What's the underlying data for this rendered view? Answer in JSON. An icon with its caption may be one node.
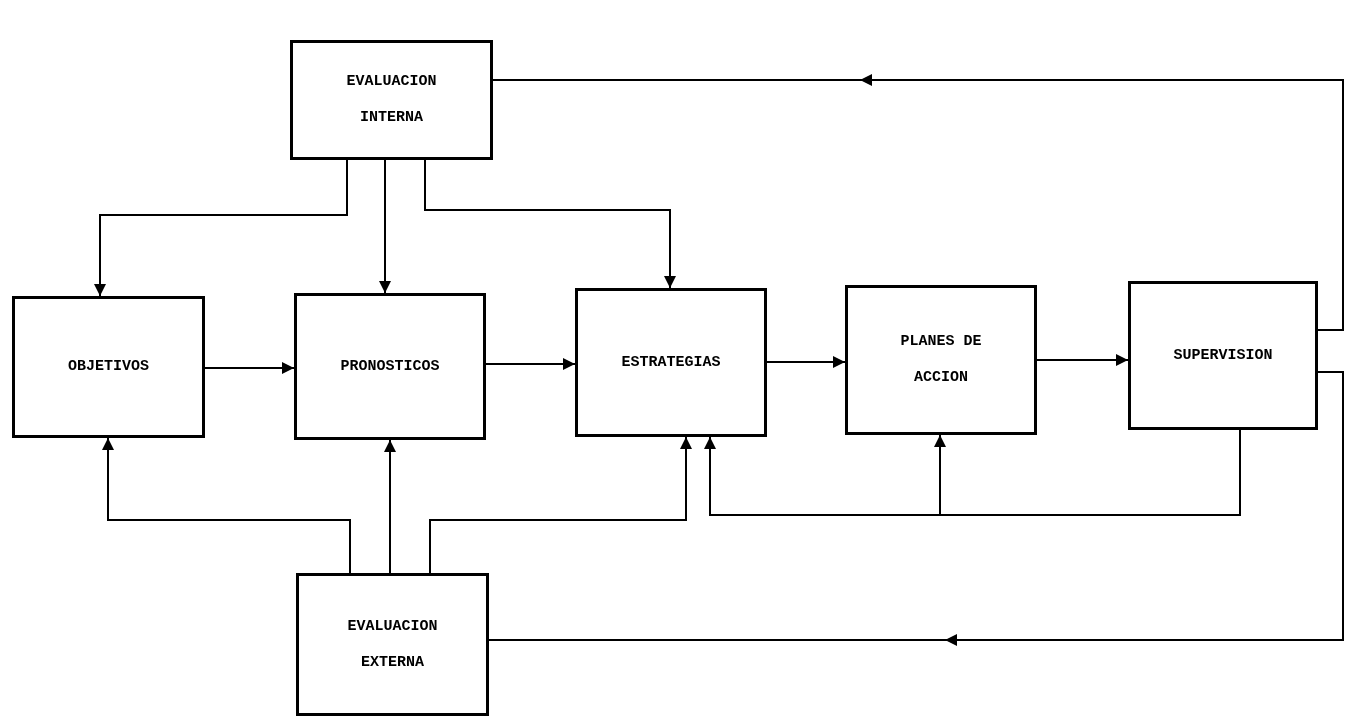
{
  "diagram": {
    "nodes": [
      {
        "text": [
          "EVALUACION INTERNA"
        ]
      },
      {
        "text": [
          "OBJETIVOS"
        ]
      },
      {
        "text": [
          "PRONOSTICOS"
        ]
      },
      {
        "text": [
          "ESTRATEGIAS"
        ]
      },
      {
        "text": [
          "PLANES DE ACCION"
        ]
      },
      {
        "text": [
          "SUPERVISION"
        ]
      },
      {
        "text": [
          "EVALUACION EXTERNA"
        ]
      }
    ],
    "edges": [
      {
        "from": 0,
        "to": 1,
        "arrow": "to"
      },
      {
        "from": 0,
        "to": 2,
        "arrow": "to"
      },
      {
        "from": 0,
        "to": 3,
        "arrow": "to"
      },
      {
        "from": 1,
        "to": 2,
        "arrow": "to"
      },
      {
        "from": 2,
        "to": 3,
        "arrow": "to"
      },
      {
        "from": 3,
        "to": 4,
        "arrow": "to"
      },
      {
        "from": 4,
        "to": 5,
        "arrow": "to"
      },
      {
        "from": 6,
        "to": 1,
        "arrow": "to"
      },
      {
        "from": 6,
        "to": 2,
        "arrow": "to"
      },
      {
        "from": 6,
        "to": 3,
        "arrow": "to"
      },
      {
        "from": 5,
        "to": 3,
        "arrow": "to"
      },
      {
        "from": 5,
        "to": 4,
        "arrow": "to"
      },
      {
        "from": 5,
        "to": 0,
        "arrow": "to"
      },
      {
        "from": 5,
        "to": 6,
        "arrow": "to"
      }
    ]
  }
}
